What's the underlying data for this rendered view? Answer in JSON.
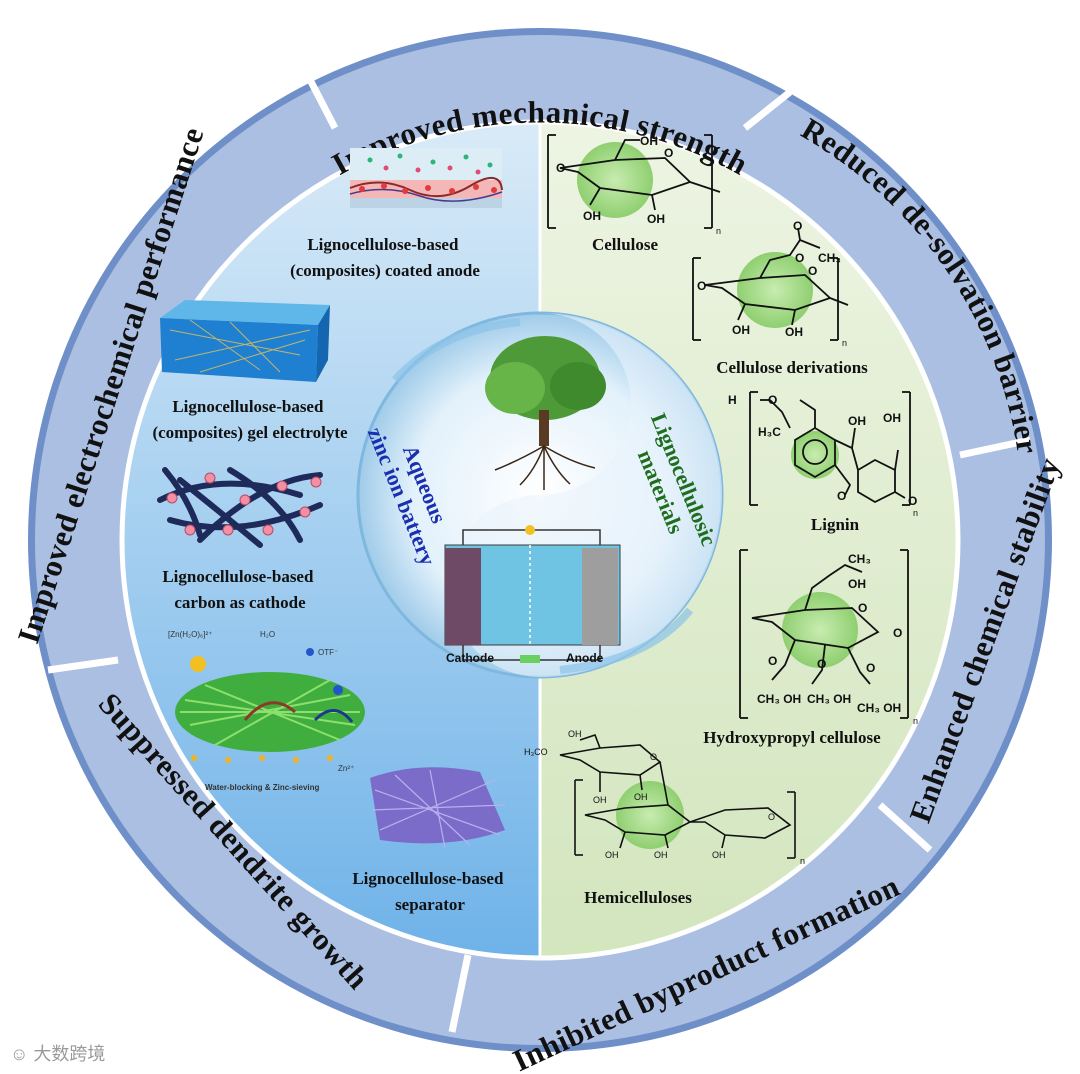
{
  "ring_segments": [
    "Improved mechanical strength",
    "Reduced de-solvation barrier",
    "Enhanced chemical stability",
    "Inhibited byproduct formation",
    "Suppressed dendrite  growth",
    "Improved electrochemical performance"
  ],
  "left_labels": {
    "coated_anode": [
      "Lignocellulose-based",
      "(composites) coated anode"
    ],
    "gel_electrolyte": [
      "Lignocellulose-based",
      "(composites) gel electrolyte"
    ],
    "carbon_cathode": [
      "Lignocellulose-based",
      "carbon as cathode"
    ],
    "separator": [
      "Lignocellulose-based",
      "separator"
    ],
    "separator_legend": {
      "zn_complex": "[Zn(H₂O)₆]²⁺",
      "water": "H₂O",
      "otf": "OTF⁻",
      "zn_ion": "Zn²⁺",
      "caption": "Water-blocking  &  Zinc-sieving"
    }
  },
  "right_labels": {
    "cellulose": "Cellulose",
    "derivations": "Cellulose derivations",
    "lignin": "Lignin",
    "hpc": "Hydroxypropyl cellulose",
    "hemi": "Hemicelluloses"
  },
  "chem_text": {
    "oh": "OH",
    "o": "O",
    "n": "n",
    "ch3": "CH₃",
    "h3c": "H₃C",
    "h": "H",
    "ch3oh": "CH₃ OH",
    "h3co": "H₃CO"
  },
  "center": {
    "left_title": [
      "Aqueous",
      "zinc ion battery"
    ],
    "right_title": [
      "Lignocellulosic",
      "materials"
    ],
    "cathode": "Cathode",
    "anode": "Anode"
  },
  "watermark": "大数跨境",
  "colors": {
    "ring": "#a9bde0",
    "ring_dark": "#6f8fc8",
    "left_bg": "#9fc9ee",
    "right_bg": "#dfeccd",
    "glucose": "#a6d987"
  }
}
